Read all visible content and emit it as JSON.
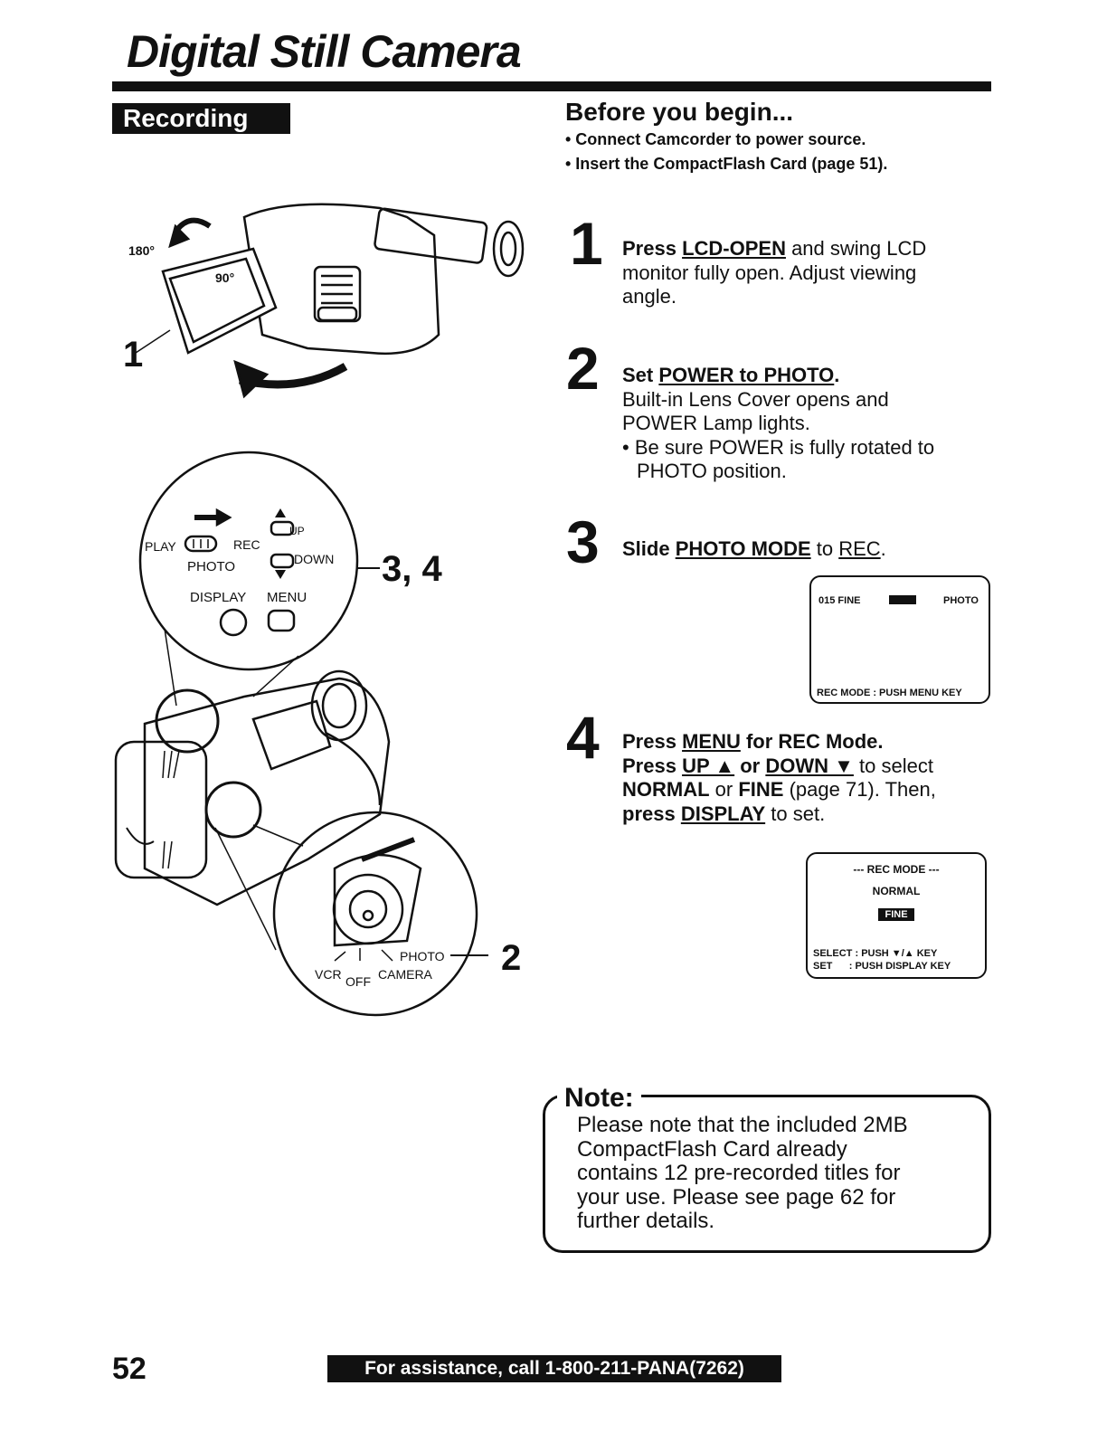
{
  "title": "Digital Still Camera",
  "section": "Recording",
  "before": {
    "heading": "Before you begin...",
    "items": [
      "• Connect Camcorder to power source.",
      "• Insert the CompactFlash Card (page 51)."
    ]
  },
  "steps": [
    {
      "number": "1",
      "lines": [
        [
          "Press ",
          "LCD-OPEN",
          " and swing LCD"
        ],
        "monitor fully open. Adjust viewing",
        "angle."
      ]
    },
    {
      "number": "2",
      "heading": [
        "Set ",
        "POWER to PHOTO",
        "."
      ],
      "lines": [
        "Built-in Lens Cover opens and",
        "POWER Lamp lights.",
        "• Be sure POWER is fully rotated to",
        "PHOTO position."
      ]
    },
    {
      "number": "3",
      "heading": [
        "Slide ",
        "PHOTO MODE",
        " to ",
        "REC",
        "."
      ]
    },
    {
      "number": "4",
      "line1": [
        "Press ",
        "MENU",
        " for REC Mode."
      ],
      "line2": [
        "Press ",
        "UP ▲",
        " or ",
        "DOWN ▼",
        " to select"
      ],
      "line3": [
        "NORMAL",
        " or ",
        "FINE",
        " (page 71). Then,"
      ],
      "line4": [
        "press ",
        "DISPLAY",
        " to set."
      ]
    }
  ],
  "osd1": {
    "counter": "015",
    "quality": "FINE",
    "mode": "PHOTO",
    "hint": "REC MODE : PUSH MENU KEY"
  },
  "osd2": {
    "title": "--- REC MODE ---",
    "option_normal": "NORMAL",
    "option_fine": "FINE",
    "select_label": "SELECT :",
    "select_value": "PUSH ▼/▲ KEY",
    "set_label": "SET",
    "set_value": ": PUSH DISPLAY KEY"
  },
  "note": {
    "title": "Note:",
    "lines": [
      "Please note that the included 2MB",
      "CompactFlash Card already",
      "contains 12 pre-recorded titles for",
      "your use. Please see page 62 for",
      "further details."
    ]
  },
  "illustration": {
    "angle_180": "180°",
    "angle_90": "90°",
    "callout_1": "1",
    "callout_34": "3, 4",
    "callout_2": "2",
    "ctrl_play": "PLAY",
    "ctrl_rec": "REC",
    "ctrl_photo": "PHOTO",
    "ctrl_up": "UP",
    "ctrl_down": "DOWN",
    "ctrl_display": "DISPLAY",
    "ctrl_menu": "MENU",
    "dial_photo": "PHOTO",
    "dial_vcr": "VCR",
    "dial_off": "OFF",
    "dial_camera": "CAMERA"
  },
  "footer": {
    "page_number": "52",
    "assistance": "For assistance, call 1-800-211-PANA(7262)"
  }
}
